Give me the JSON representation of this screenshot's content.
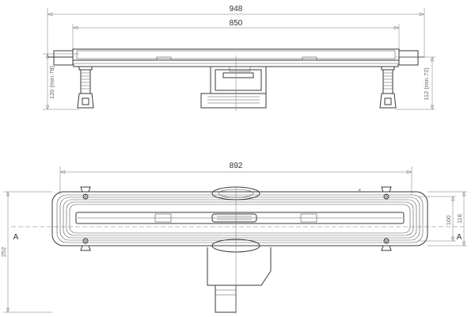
{
  "side_view": {
    "overall_width": "948",
    "channel_width": "850",
    "height_left": "120 (min.78)",
    "height_right": "112 (min.72)"
  },
  "top_view": {
    "length": "892",
    "height_outer": "116",
    "height_inner": "100",
    "overall_height": "252",
    "detail_number": "4",
    "section_mark_left": "A",
    "section_mark_right": "A"
  },
  "colors": {
    "line": "#3a3a3a",
    "dimension": "#777777"
  }
}
